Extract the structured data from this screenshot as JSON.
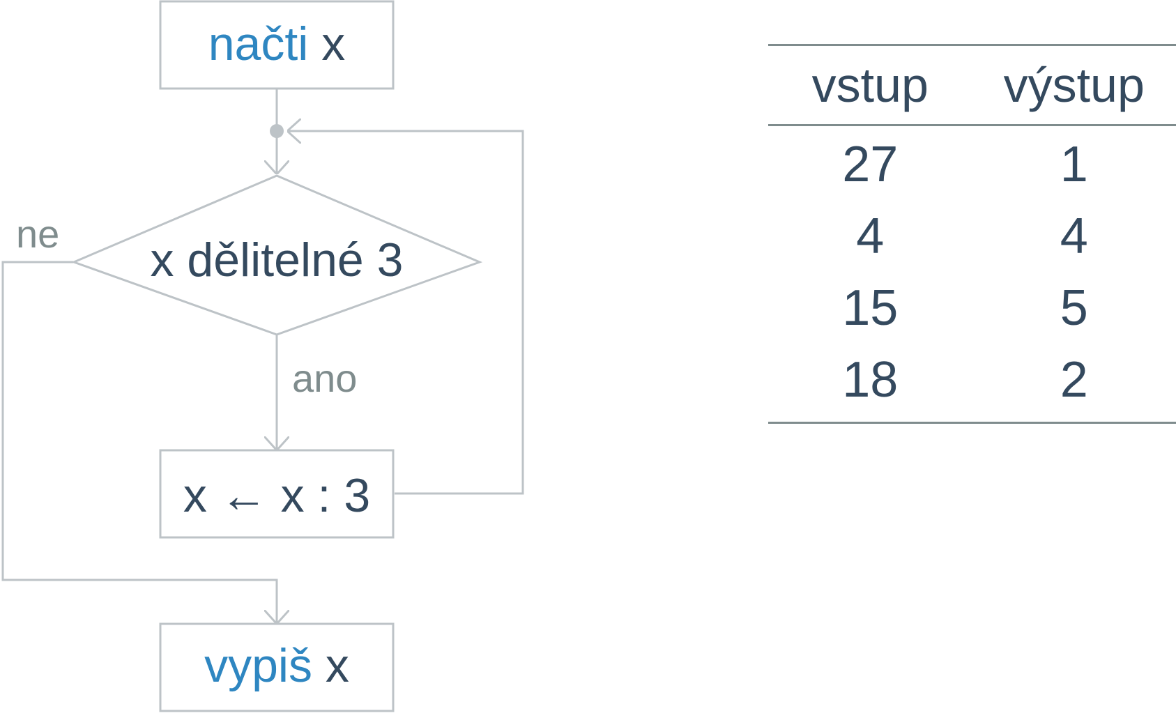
{
  "flowchart": {
    "input_box": {
      "keyword": "načti",
      "variable": "x"
    },
    "condition": {
      "text": "x dělitelné 3"
    },
    "yes_label": "ano",
    "no_label": "ne",
    "assign_box": {
      "text": "x ← x : 3"
    },
    "output_box": {
      "keyword": "vypiš",
      "variable": "x"
    }
  },
  "table": {
    "headers": [
      "vstup",
      "výstup"
    ],
    "rows": [
      [
        "27",
        "1"
      ],
      [
        "4",
        "4"
      ],
      [
        "15",
        "5"
      ],
      [
        "18",
        "2"
      ]
    ]
  },
  "colors": {
    "keyword": "#2e86c1",
    "text": "#34495e",
    "edge_label": "#7f8c8d",
    "lines": "#bdc3c7",
    "table_rule": "#7f8c8d"
  }
}
